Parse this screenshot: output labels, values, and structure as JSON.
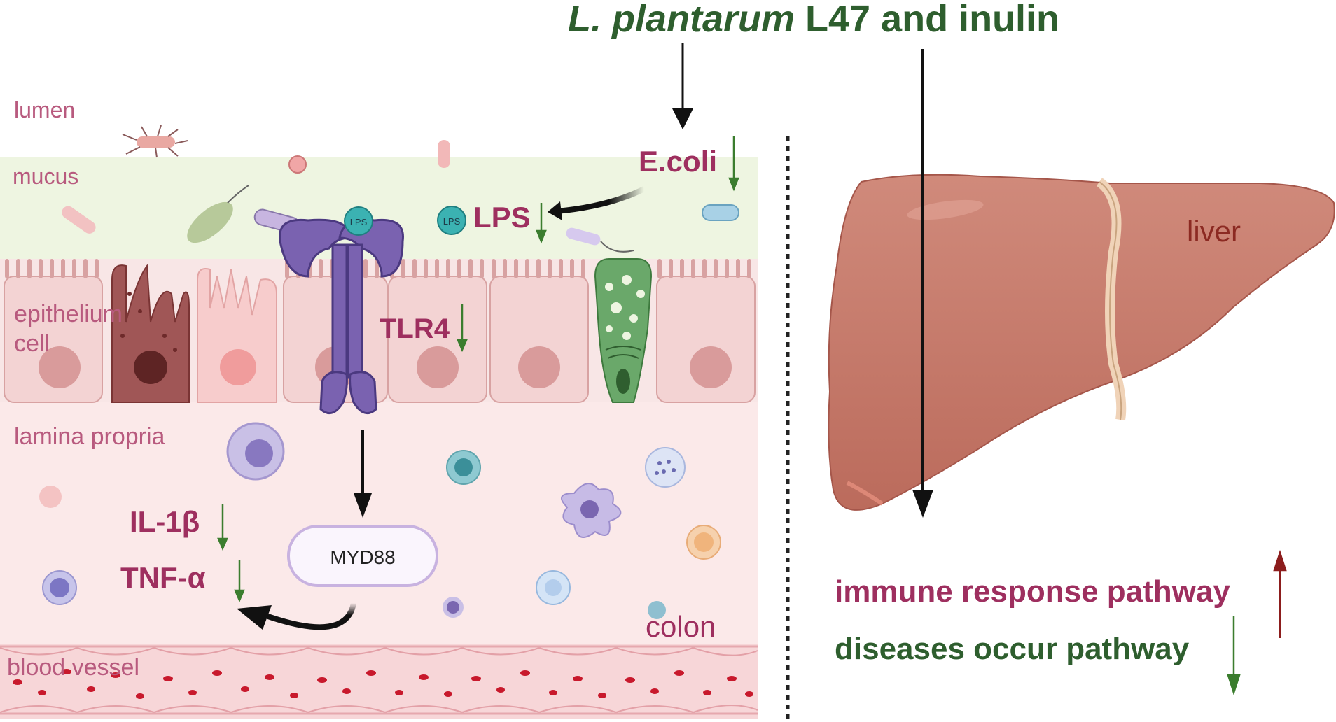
{
  "title": {
    "italic": "L. plantarum",
    "rest": " L47 and inulin"
  },
  "regions": {
    "lumen": "lumen",
    "mucus": "mucus",
    "epithelium_line1": "epithelium",
    "epithelium_line2": "cell",
    "lamina_propria": "lamina propria",
    "blood_vessel": "blood vessel",
    "colon": "colon"
  },
  "molecules": {
    "ecoli": "E.coli",
    "lps": "LPS",
    "lps_badge": "LPS",
    "tlr4": "TLR4",
    "myd88": "MYD88",
    "il1b": "IL-1β",
    "tnfa": "TNF-α"
  },
  "liver": {
    "label": "liver",
    "pathway_up": "immune response pathway",
    "pathway_down": "diseases occur pathway"
  },
  "colors": {
    "title_green": "#2e5e2e",
    "label_magenta": "#9e2f5f",
    "region_pink": "#b85a7e",
    "arrow_green": "#3b7d2e",
    "arrow_red": "#8c1d1d",
    "liver_fill": "#c97a6c",
    "liver_text": "#8c2a22",
    "tlr4_purple": "#6f5aa6"
  }
}
